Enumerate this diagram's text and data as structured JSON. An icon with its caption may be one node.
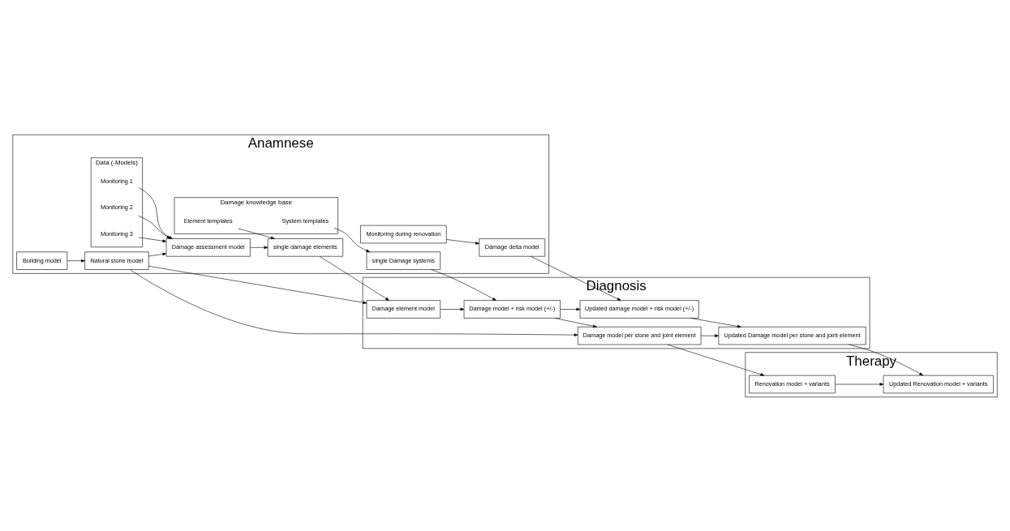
{
  "diagram": {
    "nodes": [
      {
        "text": [
          "Anamnese"
        ]
      },
      {
        "text": [
          "Diagnosis"
        ]
      },
      {
        "text": [
          "Therapy"
        ]
      },
      {
        "text": [
          "Building model"
        ],
        "in": 0
      },
      {
        "text": [
          "Natural stone model"
        ],
        "in": 0
      },
      {
        "text": [
          "Data (-Models)"
        ],
        "in": 0
      },
      {
        "text": [
          "Monitoring 1"
        ],
        "in": 5
      },
      {
        "text": [
          "Monitoring 2"
        ],
        "in": 5
      },
      {
        "text": [
          "Monitoring 3"
        ],
        "in": 5
      },
      {
        "text": [
          "Damage assessment model"
        ],
        "in": 0
      },
      {
        "text": [
          "Damage knowledge base"
        ],
        "in": 0
      },
      {
        "text": [
          "Element templates"
        ],
        "in": 10
      },
      {
        "text": [
          "System templates"
        ],
        "in": 10
      },
      {
        "text": [
          "single damage elements"
        ],
        "in": 0
      },
      {
        "text": [
          "single Damage systems"
        ],
        "in": 0
      },
      {
        "text": [
          "Monitoring during renovation"
        ],
        "in": 0
      },
      {
        "text": [
          "Damage delta model"
        ],
        "in": 0
      },
      {
        "text": [
          "Damage element model"
        ],
        "in": 1
      },
      {
        "text": [
          "Damage model + risk model (+/-)"
        ],
        "in": 1
      },
      {
        "text": [
          "Updated damage model + risk model (+/-)"
        ],
        "in": 1
      },
      {
        "text": [
          "Damage model per stone and joint element"
        ],
        "in": 1
      },
      {
        "text": [
          "Updated Damage model per stone and joint element"
        ],
        "in": 1
      },
      {
        "text": [
          "Renovation model + variants"
        ],
        "in": 2
      },
      {
        "text": [
          "Updated Renovation model + variants"
        ],
        "in": 2
      }
    ],
    "edges": [
      {
        "from": 3,
        "to": 4,
        "arrow": "to"
      },
      {
        "from": 4,
        "to": 9,
        "arrow": "to"
      },
      {
        "from": 4,
        "to": 17,
        "arrow": "to"
      },
      {
        "from": 4,
        "to": 20,
        "arrow": "to"
      },
      {
        "from": 6,
        "to": 9,
        "arrow": "to"
      },
      {
        "from": 7,
        "to": 9,
        "arrow": "to"
      },
      {
        "from": 8,
        "to": 9,
        "arrow": "to"
      },
      {
        "from": 9,
        "to": 13,
        "arrow": "to"
      },
      {
        "from": 11,
        "to": 13,
        "arrow": "to"
      },
      {
        "from": 12,
        "to": 14,
        "arrow": "to"
      },
      {
        "from": 13,
        "to": 17,
        "arrow": "to"
      },
      {
        "from": 14,
        "to": 18,
        "arrow": "to"
      },
      {
        "from": 17,
        "to": 18,
        "arrow": "to"
      },
      {
        "from": 18,
        "to": 19,
        "arrow": "to"
      },
      {
        "from": 18,
        "to": 20,
        "arrow": "to"
      },
      {
        "from": 15,
        "to": 16,
        "arrow": "to"
      },
      {
        "from": 16,
        "to": 19,
        "arrow": "to"
      },
      {
        "from": 19,
        "to": 21,
        "arrow": "to"
      },
      {
        "from": 20,
        "to": 21,
        "arrow": "to"
      },
      {
        "from": 20,
        "to": 22,
        "arrow": "to"
      },
      {
        "from": 22,
        "to": 23,
        "arrow": "to"
      },
      {
        "from": 21,
        "to": 23,
        "arrow": "to"
      }
    ]
  }
}
